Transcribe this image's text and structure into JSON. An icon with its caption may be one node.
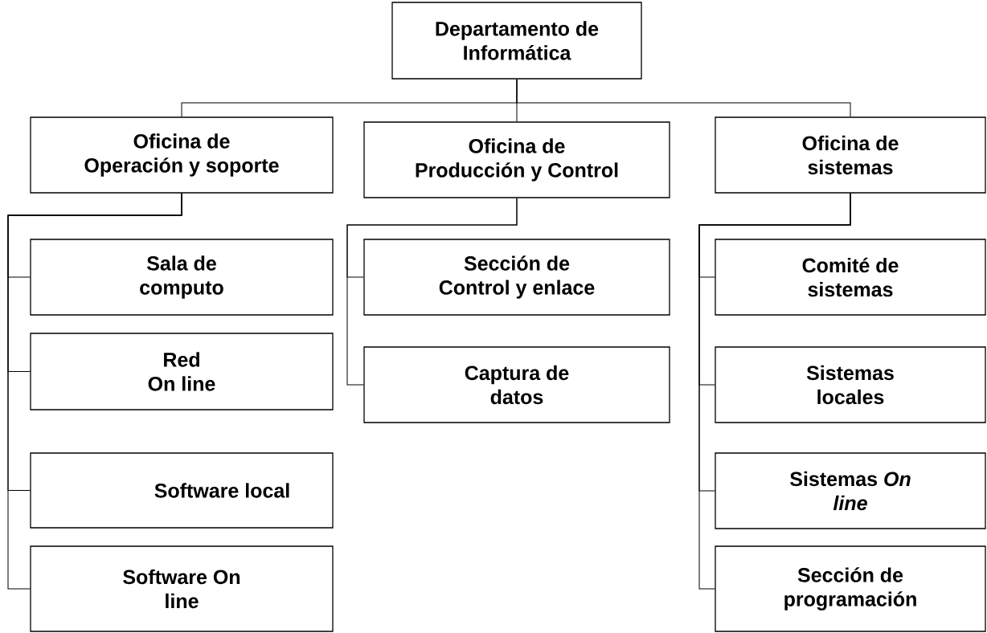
{
  "diagram": {
    "nodes": [
      {
        "text": [
          "Departamento de Informática"
        ]
      },
      {
        "text": [
          "Oficina de Operación y soporte"
        ]
      },
      {
        "text": [
          "Oficina de Producción y Control"
        ]
      },
      {
        "text": [
          "Oficina de sistemas"
        ]
      },
      {
        "text": [
          "Sala de computo"
        ]
      },
      {
        "text": [
          "Red On line"
        ]
      },
      {
        "text": [
          "Software local"
        ]
      },
      {
        "text": [
          "Software On line"
        ]
      },
      {
        "text": [
          "Sección de Control y enlace"
        ]
      },
      {
        "text": [
          "Captura de datos"
        ]
      },
      {
        "text": [
          "Comité de sistemas"
        ]
      },
      {
        "text": [
          "Sistemas locales"
        ]
      },
      {
        "text": [
          "Sistemas *On line*"
        ]
      },
      {
        "text": [
          "Sección de programación"
        ]
      }
    ],
    "edges": [
      {
        "from": 0,
        "to": 1,
        "arrow": "none"
      },
      {
        "from": 0,
        "to": 2,
        "arrow": "none"
      },
      {
        "from": 0,
        "to": 3,
        "arrow": "none"
      },
      {
        "from": 1,
        "to": 4,
        "arrow": "none"
      },
      {
        "from": 1,
        "to": 5,
        "arrow": "none"
      },
      {
        "from": 1,
        "to": 6,
        "arrow": "none"
      },
      {
        "from": 1,
        "to": 7,
        "arrow": "none"
      },
      {
        "from": 2,
        "to": 8,
        "arrow": "none"
      },
      {
        "from": 2,
        "to": 9,
        "arrow": "none"
      },
      {
        "from": 3,
        "to": 10,
        "arrow": "none"
      },
      {
        "from": 3,
        "to": 11,
        "arrow": "none"
      },
      {
        "from": 3,
        "to": 12,
        "arrow": "none"
      },
      {
        "from": 3,
        "to": 13,
        "arrow": "none"
      }
    ]
  }
}
